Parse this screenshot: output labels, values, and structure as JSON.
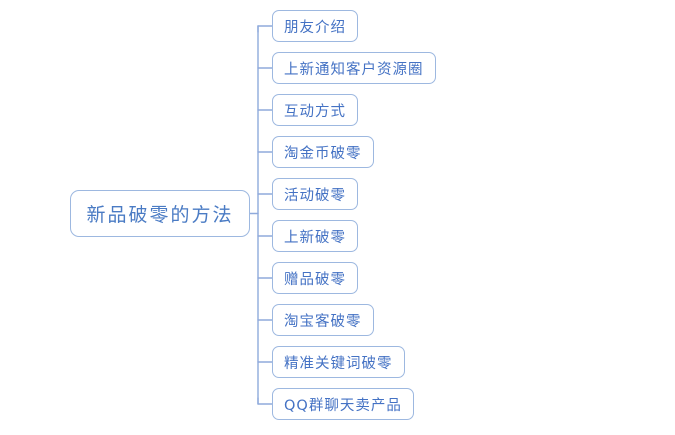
{
  "diagram": {
    "type": "mind-map",
    "title_node": {
      "label": "新品破零的方法"
    },
    "branches": [
      {
        "label": "朋友介绍"
      },
      {
        "label": "上新通知客户资源圈"
      },
      {
        "label": "互动方式"
      },
      {
        "label": "淘金币破零"
      },
      {
        "label": "活动破零"
      },
      {
        "label": "上新破零"
      },
      {
        "label": "赠品破零"
      },
      {
        "label": "淘宝客破零"
      },
      {
        "label": "精准关键词破零"
      },
      {
        "label": "QQ群聊天卖产品"
      }
    ],
    "colors": {
      "background": "#ffffff",
      "node_border": "#9DB8E0",
      "node_text": "#4472C4",
      "root_text": "#4A7BC4",
      "connector": "#8FAADC"
    }
  }
}
